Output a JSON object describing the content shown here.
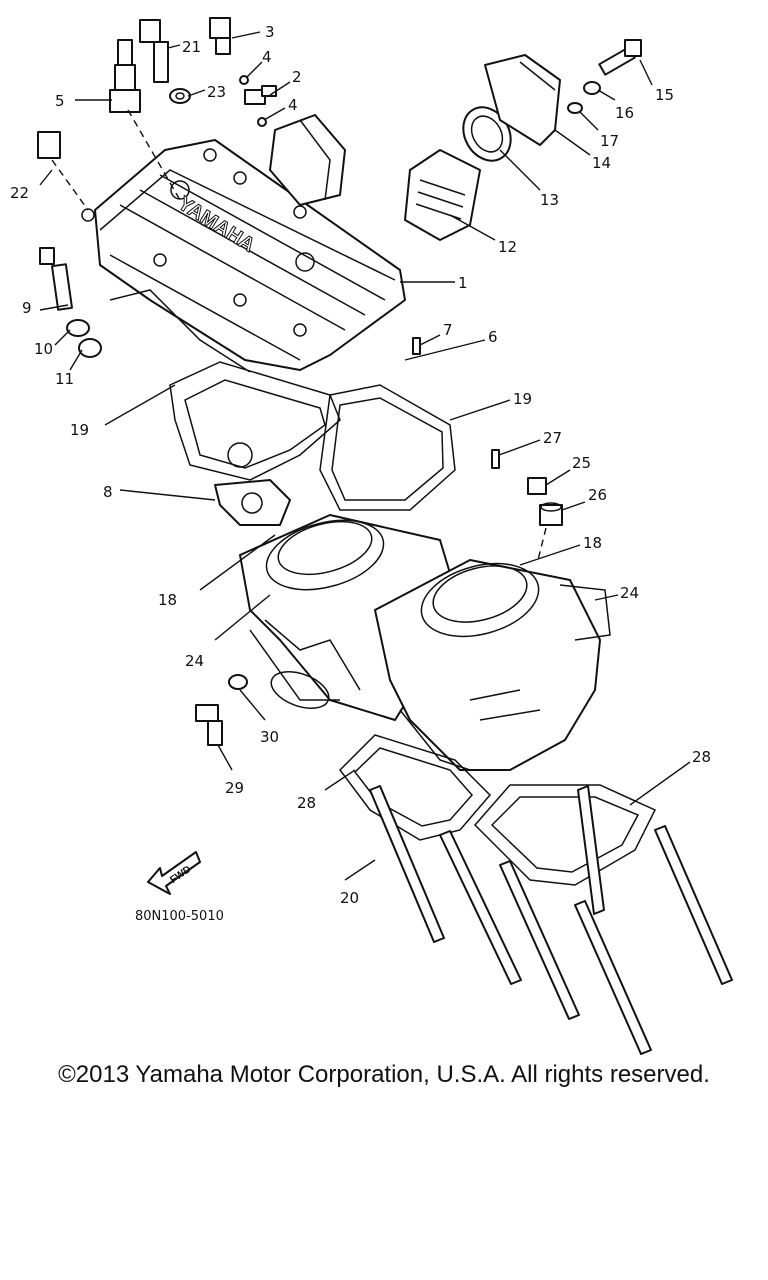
{
  "diagram": {
    "code": "80N100-5010",
    "fwd_label": "FWD",
    "callouts": [
      "1",
      "2",
      "3",
      "4",
      "4",
      "5",
      "6",
      "7",
      "8",
      "9",
      "10",
      "11",
      "12",
      "13",
      "14",
      "15",
      "16",
      "17",
      "18",
      "18",
      "19",
      "19",
      "20",
      "21",
      "22",
      "23",
      "24",
      "24",
      "25",
      "26",
      "27",
      "28",
      "28",
      "29",
      "30"
    ]
  },
  "copyright": "©2013 Yamaha Motor Corporation, U.S.A. All rights reserved."
}
